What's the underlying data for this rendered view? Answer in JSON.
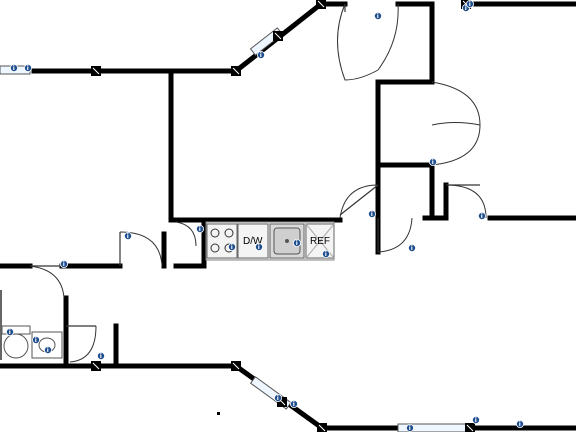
{
  "floor_plan": {
    "labels": {
      "dishwasher": "D/W",
      "refrigerator": "REF"
    },
    "colors": {
      "wall": "#000000",
      "info_marker": "#1f4f8f",
      "counter": "#e8e8e8",
      "background": "#ffffff"
    },
    "info_marker_count": 26,
    "icons": [
      "info-icon",
      "stove-icon",
      "sink-icon",
      "toilet-icon",
      "door-swing-icon",
      "window-icon"
    ]
  }
}
